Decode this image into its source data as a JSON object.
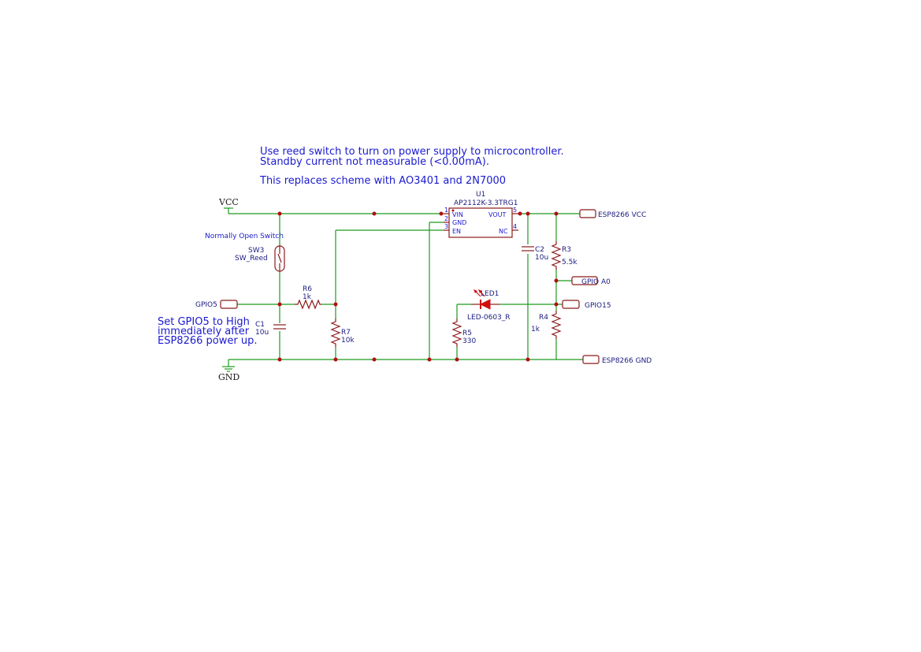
{
  "notes": {
    "line1": "Use reed switch to turn on power supply to microcontroller.",
    "line2": "Standby current not measurable (<0.00mA).",
    "line3": "This replaces scheme with AO3401 and 2N7000",
    "gpio_note1": "Set GPIO5 to High",
    "gpio_note2": "immediately after",
    "gpio_note3": "ESP8266 power up.",
    "switch_note": "Normally Open Switch"
  },
  "power": {
    "vcc": "VCC",
    "gnd": "GND"
  },
  "ports": {
    "esp_vcc": "ESP8266 VCC",
    "esp_gnd": "ESP8266 GND",
    "gpio_a0": "GPIO A0",
    "gpio15": "GPIO15",
    "gpio5": "GPIO5"
  },
  "components": {
    "u1": {
      "ref": "U1",
      "value": "AP2112K-3.3TRG1",
      "pins": {
        "vin": "VIN",
        "gnd": "GND",
        "en": "EN",
        "vout": "VOUT",
        "nc": "NC",
        "p1": "1",
        "p2": "2",
        "p3": "3",
        "p4": "4",
        "p5": "5"
      }
    },
    "sw3": {
      "ref": "SW3",
      "value": "SW_Reed"
    },
    "r6": {
      "ref": "R6",
      "value": "1k"
    },
    "r7": {
      "ref": "R7",
      "value": "10k"
    },
    "c1": {
      "ref": "C1",
      "value": "10u"
    },
    "c2": {
      "ref": "C2",
      "value": "10u"
    },
    "r3": {
      "ref": "R3",
      "value": "5.5k"
    },
    "r4": {
      "ref": "R4",
      "value": "1k"
    },
    "r5": {
      "ref": "R5",
      "value": "330"
    },
    "led1": {
      "ref": "LED1",
      "value": "LED-0603_R"
    }
  }
}
